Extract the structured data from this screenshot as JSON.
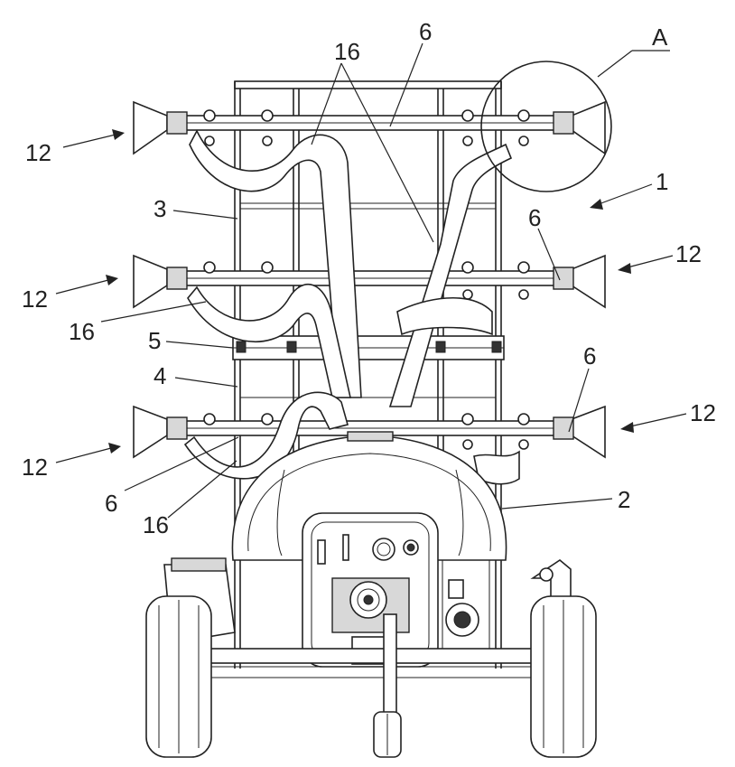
{
  "callouts": {
    "c_1": "1",
    "c_2": "2",
    "c_3": "3",
    "c_4": "4",
    "c_5": "5",
    "c_6_top": "6",
    "c_6_right_mid": "6",
    "c_6_right_low": "6",
    "c_6_left_low": "6",
    "c_12_left_top": "12",
    "c_12_left_mid": "12",
    "c_12_left_low": "12",
    "c_12_right_mid": "12",
    "c_12_right_low": "12",
    "c_16_top": "16",
    "c_16_mid": "16",
    "c_16_low": "16",
    "c_a": "A"
  },
  "colors": {
    "line": "#222222",
    "background": "#ffffff",
    "shade": "#d8d8d8"
  }
}
